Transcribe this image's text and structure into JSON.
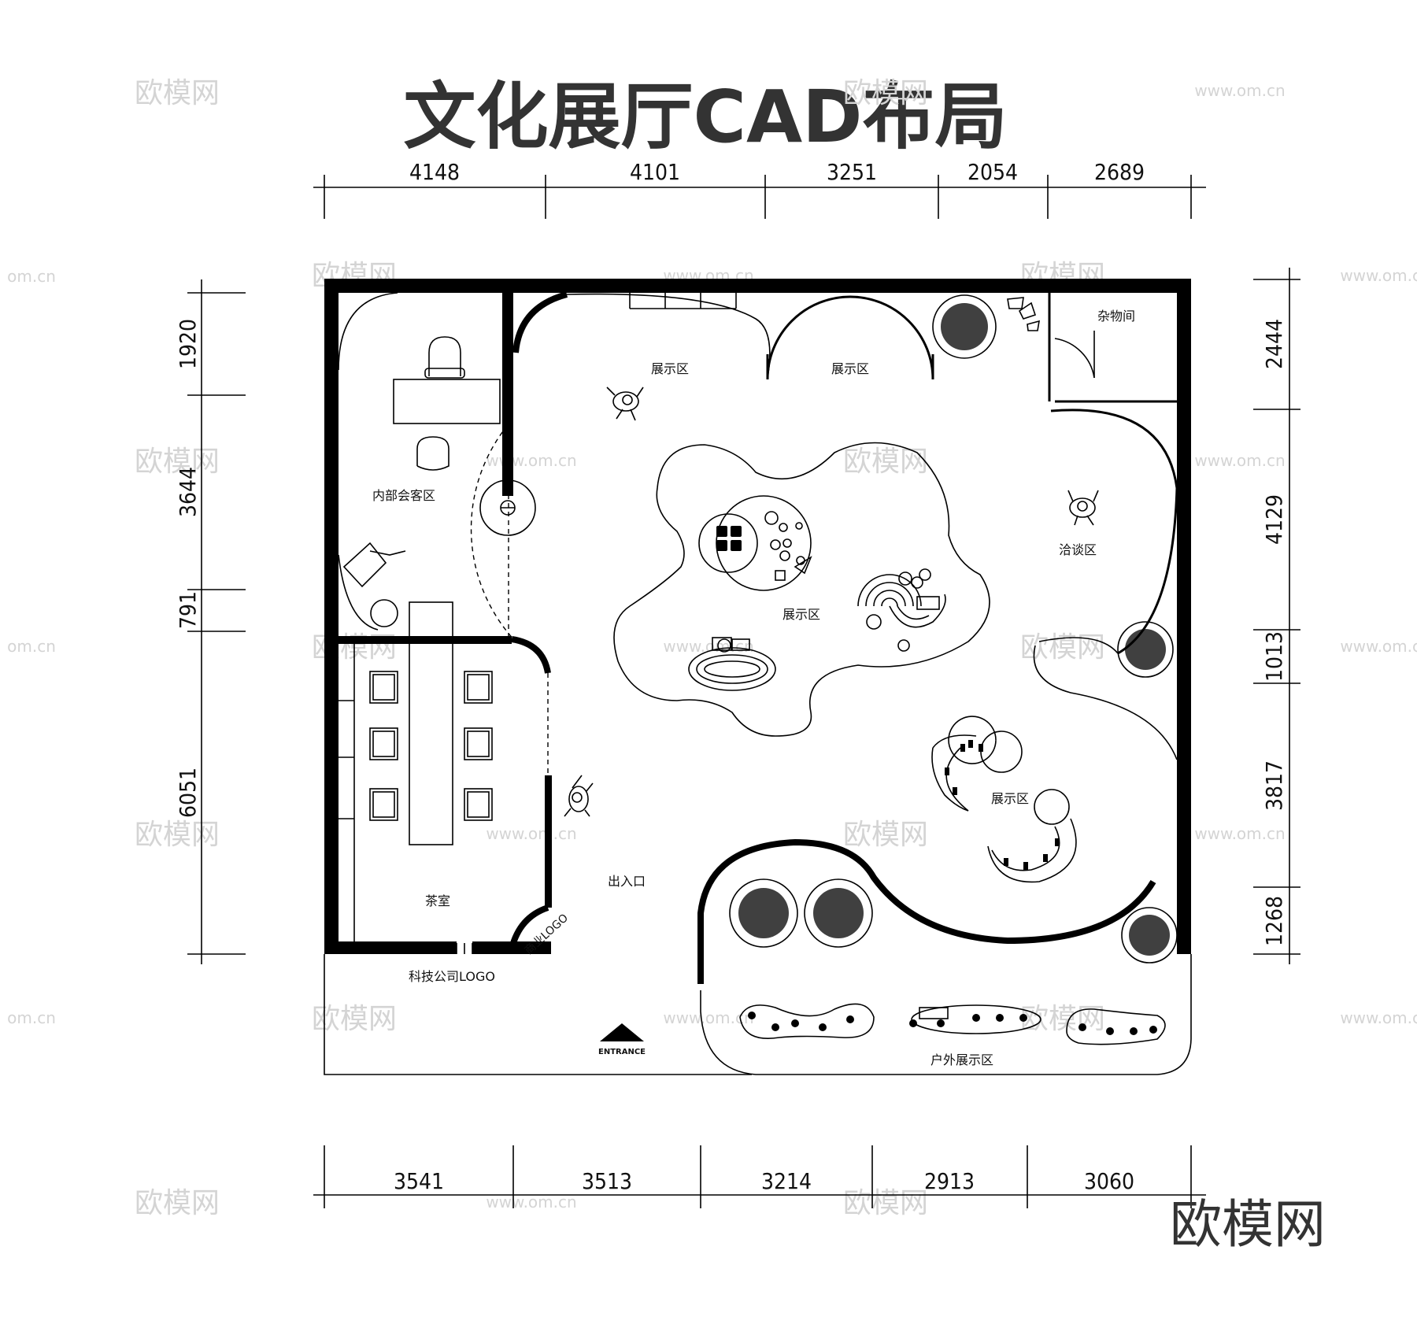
{
  "title": "文化展厅CAD布局",
  "dimensions": {
    "top": [
      "4148",
      "4101",
      "3251",
      "2054",
      "2689"
    ],
    "bottom": [
      "3541",
      "3513",
      "3214",
      "2913",
      "3060"
    ],
    "left": [
      "1920",
      "3644",
      "791",
      "6051"
    ],
    "right": [
      "2444",
      "4129",
      "1013",
      "3817",
      "1268"
    ]
  },
  "rooms": {
    "reception": "内部会客区",
    "display_top_left": "展示区",
    "display_top_mid": "展示区",
    "storage": "杂物间",
    "negotiation": "洽谈区",
    "display_center": "展示区",
    "display_right": "展示区",
    "tea_room": "茶室",
    "entrance_exit": "出入口",
    "business_logo": "商业LOGO",
    "company_logo": "科技公司LOGO",
    "outdoor_display": "户外展示区",
    "entrance": "ENTRANCE"
  },
  "watermarks": {
    "brand": "欧模网",
    "url": "www.om.cn",
    "short_url": "om.cn"
  },
  "brand_mark": "欧模网",
  "colors": {
    "ink": "#000000",
    "title": "#333333",
    "watermark": "#d4d4d4"
  }
}
